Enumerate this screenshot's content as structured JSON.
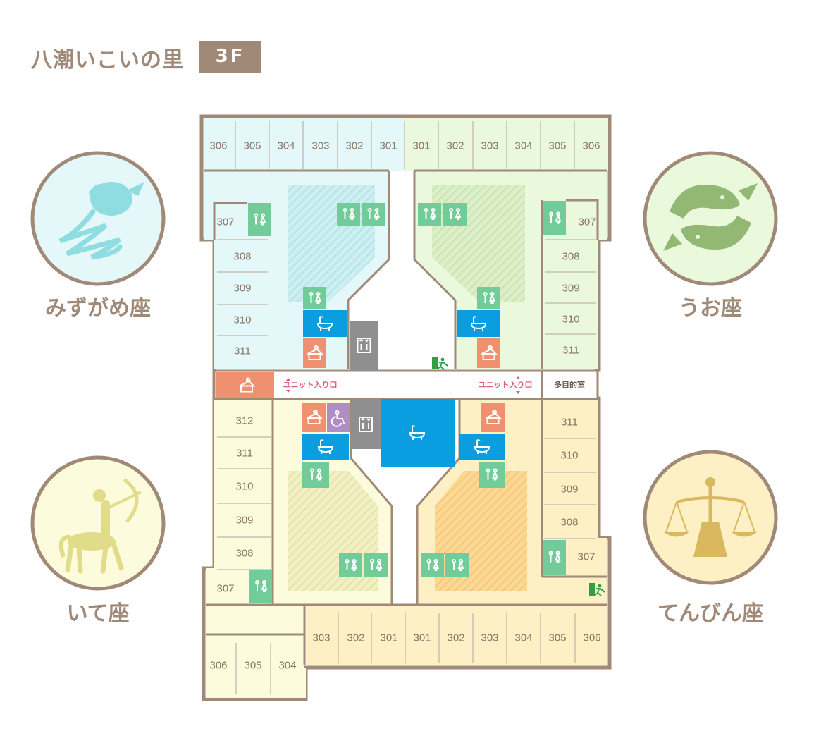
{
  "facility": "八潮いこいの里",
  "floor": "3F",
  "units": {
    "nw": {
      "name": "みずがめ座",
      "fill": "#e4f8f9",
      "accent": "#8fdde0",
      "top_rooms": [
        "306",
        "305",
        "304",
        "303",
        "302",
        "301"
      ],
      "side_rooms": [
        "307",
        "308",
        "309",
        "310",
        "311"
      ]
    },
    "ne": {
      "name": "うお座",
      "fill": "#eaf8dc",
      "accent": "#93b874",
      "top_rooms": [
        "301",
        "302",
        "303",
        "304",
        "305",
        "306"
      ],
      "side_rooms": [
        "307",
        "308",
        "309",
        "310",
        "311"
      ]
    },
    "sw": {
      "name": "いて座",
      "fill": "#fcfcdc",
      "accent": "#e0dc8a",
      "side_rooms": [
        "312",
        "311",
        "310",
        "309",
        "308",
        "307"
      ],
      "bottom_rooms": [
        "303",
        "302",
        "301"
      ],
      "extra_rooms": [
        "306",
        "305",
        "304"
      ]
    },
    "se": {
      "name": "てんびん座",
      "fill": "#fdf0c4",
      "accent": "#d9b860",
      "side_rooms": [
        "311",
        "310",
        "309",
        "308",
        "307"
      ],
      "bottom_rooms": [
        "301",
        "302",
        "303",
        "304",
        "305",
        "306"
      ]
    }
  },
  "labels": {
    "unit_entrance": "ユニット入り口",
    "multipurpose_room": "多目的室"
  },
  "colors": {
    "wall": "#a08a77",
    "toilet": "#72cc9a",
    "bath": "#0a9de0",
    "laundry": "#ef9070",
    "elevator": "#8f8f8f",
    "accessible": "#b08ec5",
    "exit": "#2fa043",
    "entrance_label": "#e0607a"
  },
  "icons": [
    "toilet-icon",
    "bath-icon",
    "laundry-icon",
    "elevator-icon",
    "accessible-icon",
    "exit-icon"
  ]
}
